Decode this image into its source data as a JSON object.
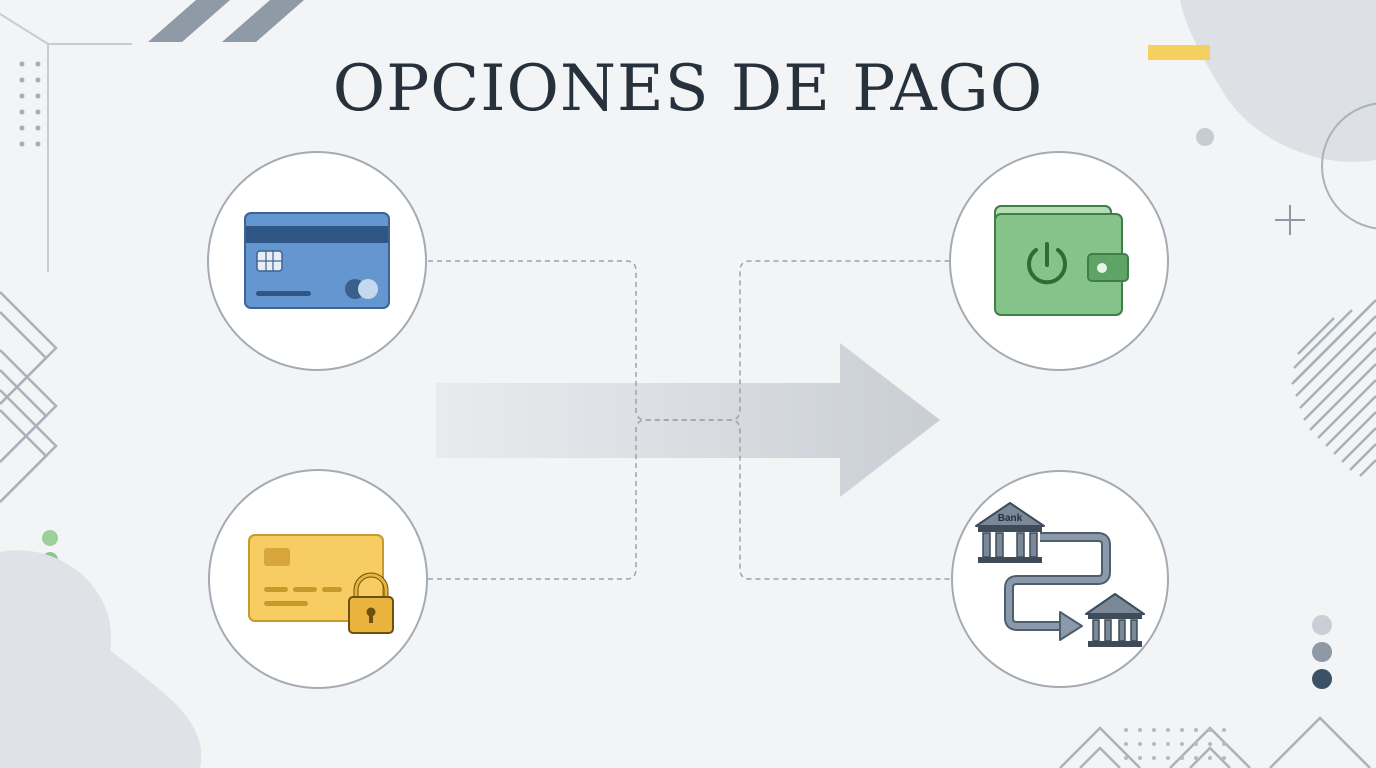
{
  "slide": {
    "title": "OPCIONES DE PAGO"
  },
  "colors": {
    "background": "#f3f4f5",
    "title": "#27313b",
    "card_blue": "#6496d0",
    "card_yellow": "#f7cd63",
    "wallet_green": "#86c38a",
    "bank_gray": "#7a8898",
    "accent_yellow": "#f5d05f"
  },
  "nodes": [
    {
      "id": "credit-card",
      "icon": "credit-card-icon"
    },
    {
      "id": "secure-card",
      "icon": "locked-card-icon"
    },
    {
      "id": "digital-wallet",
      "icon": "wallet-power-icon"
    },
    {
      "id": "bank-transfer",
      "icon": "bank-transfer-icon"
    }
  ],
  "bank_transfer": {
    "bank_label": "Bank"
  }
}
